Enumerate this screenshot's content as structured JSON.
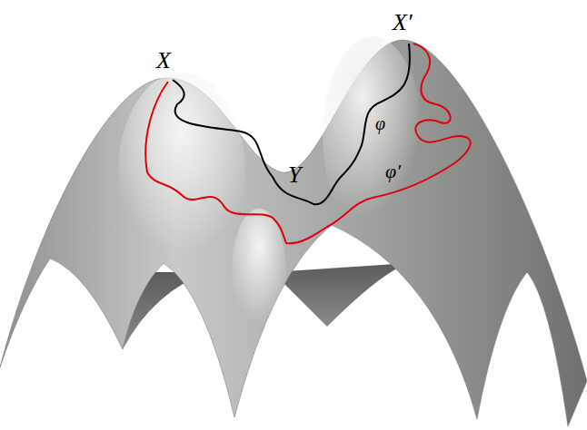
{
  "diagram": {
    "labels": [
      "X",
      "X′",
      "Y",
      "φ",
      "φ′"
    ]
  }
}
